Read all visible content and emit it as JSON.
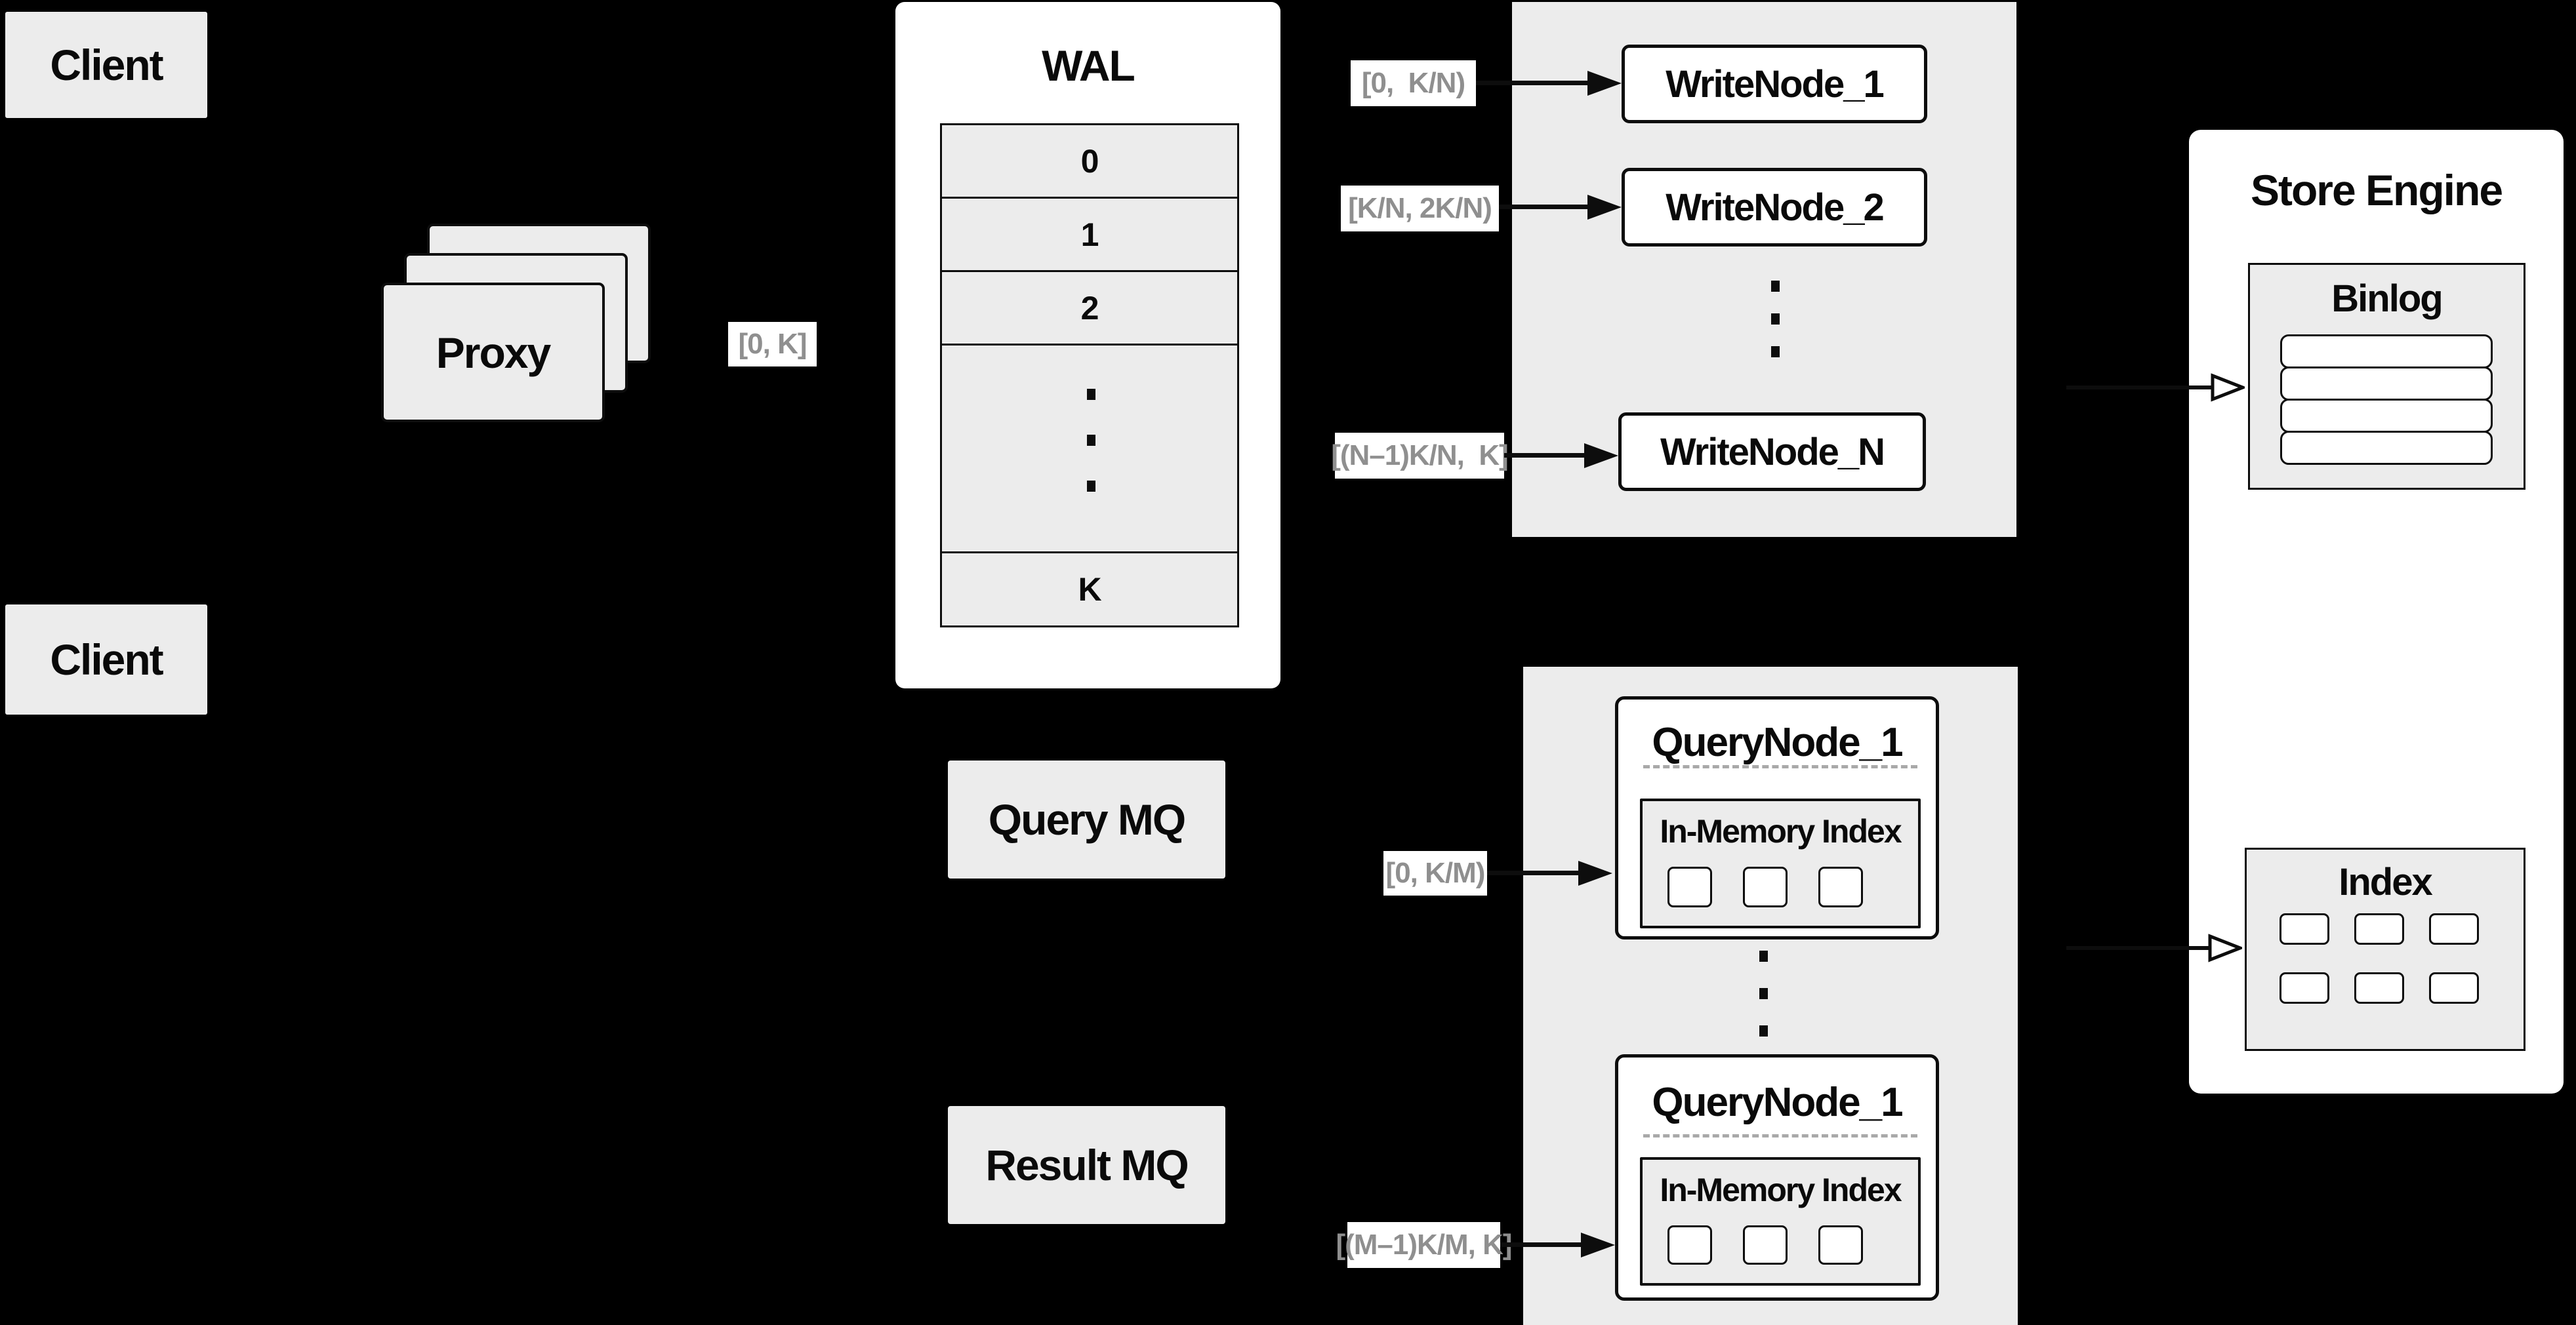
{
  "diagram": {
    "client_top": "Client",
    "client_bottom": "Client",
    "proxy": "Proxy",
    "wal": {
      "title": "WAL",
      "rows": [
        "0",
        "1",
        "2"
      ],
      "row_last": "K"
    },
    "range_labels": {
      "proxy_to_wal": "[0, K]",
      "write_1": "[0,  K/N)",
      "write_2": "[K/N, 2K/N)",
      "write_n": "[(N–1)K/N,  K]",
      "query_top": "[0, K/M)",
      "query_bottom": "[(M–1)K/M, K]"
    },
    "write_nodes": [
      "WriteNode_1",
      "WriteNode_2",
      "WriteNode_N"
    ],
    "query_mq": "Query MQ",
    "result_mq": "Result MQ",
    "query_nodes": [
      {
        "title": "QueryNode_1",
        "index_title": "In-Memory Index"
      },
      {
        "title": "QueryNode_1",
        "index_title": "In-Memory Index"
      }
    ],
    "store_engine": {
      "title": "Store Engine",
      "binlog_title": "Binlog",
      "index_title": "Index"
    },
    "colors": {
      "background": "#000000",
      "panel_gray": "#ececec",
      "box_white": "#ffffff",
      "line_black": "#0d0d0d",
      "label_gray": "#8f8f8f",
      "dash_gray": "#a9a9a9"
    }
  }
}
